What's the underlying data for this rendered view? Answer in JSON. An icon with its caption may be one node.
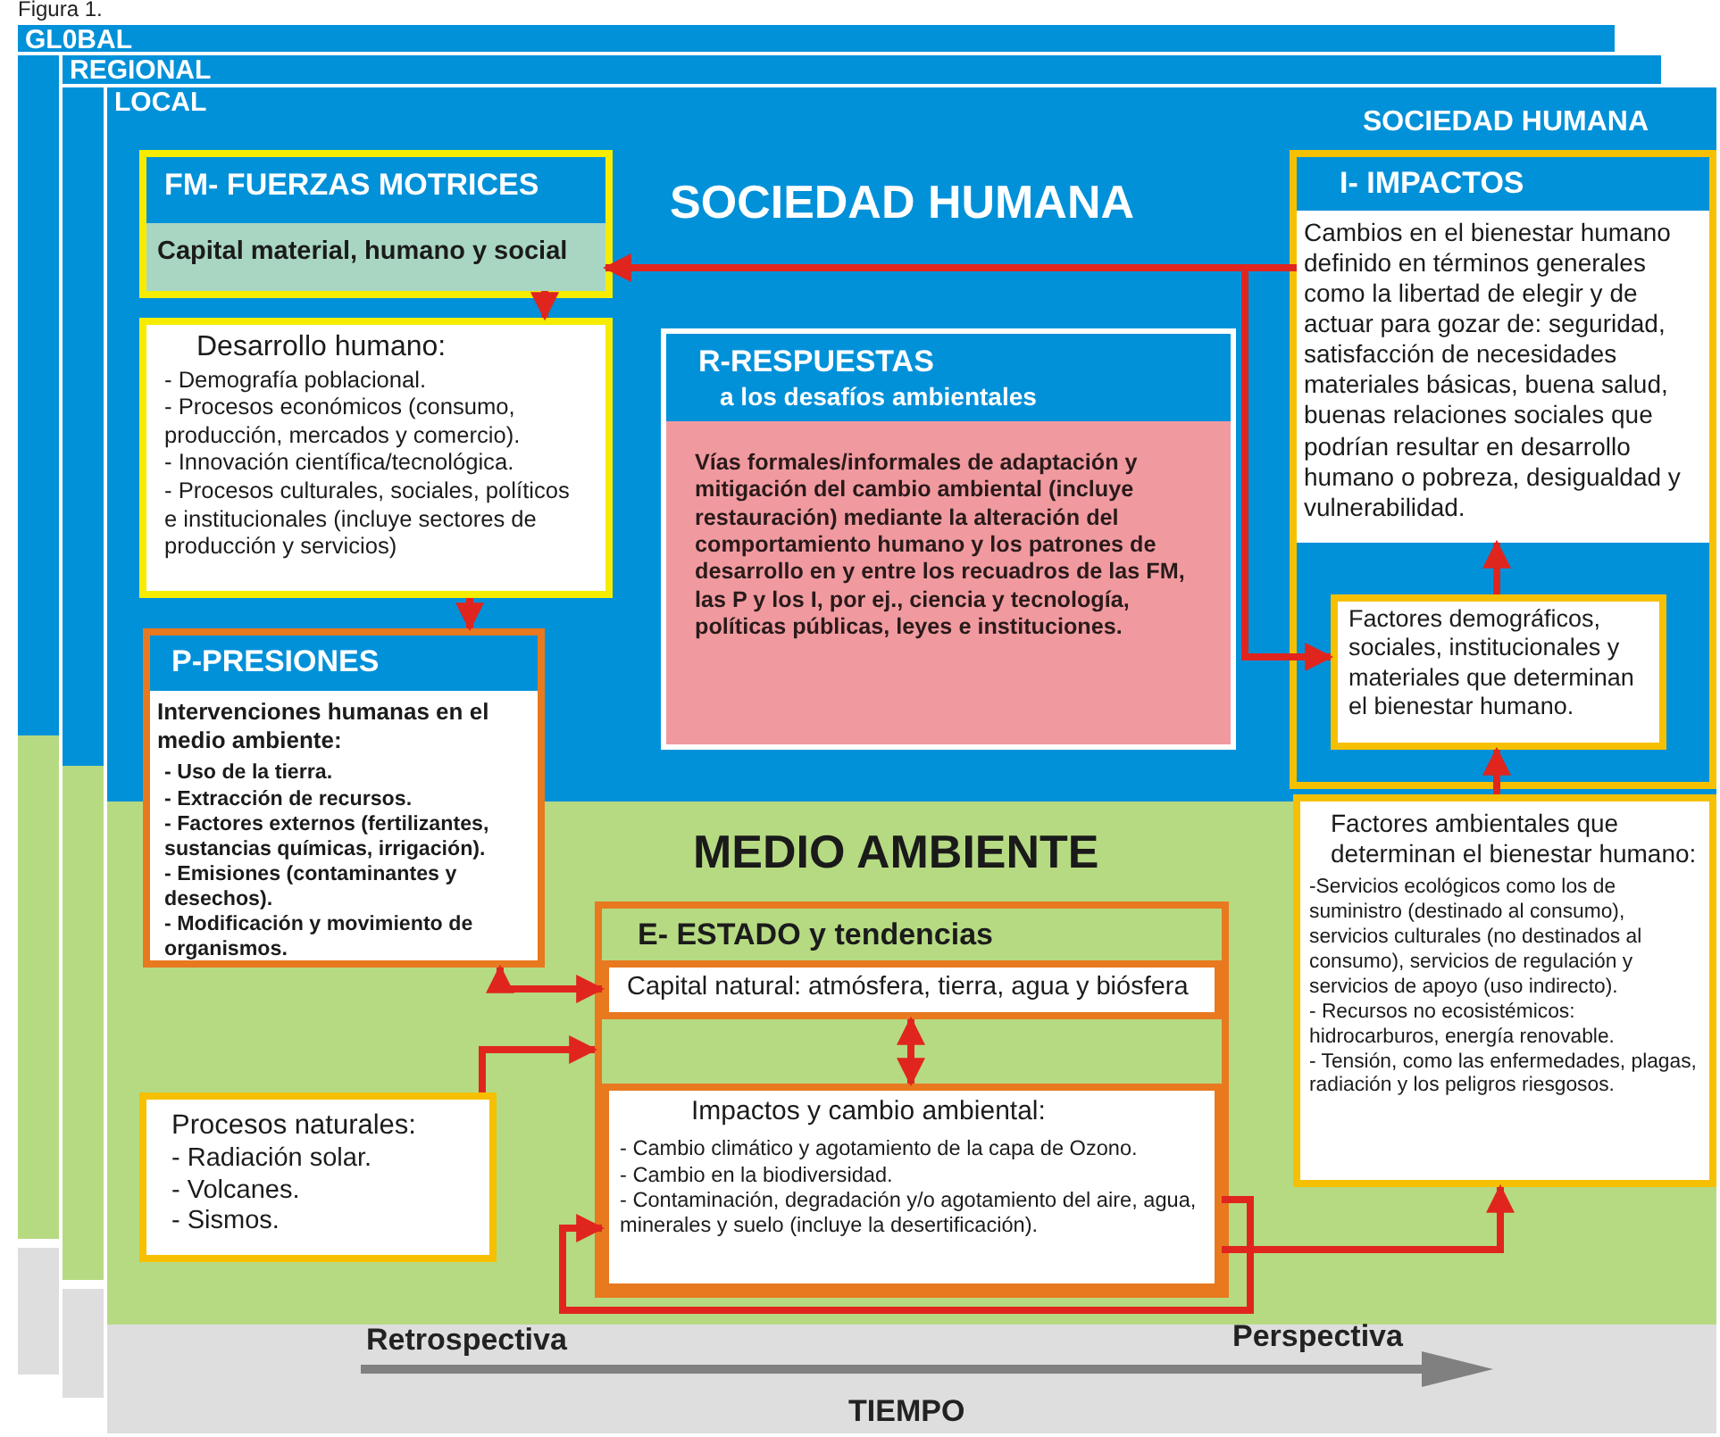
{
  "diagram": {
    "title": "Figura 1.",
    "nodes": [
      {
        "text": [
          "GL0BAL"
        ]
      },
      {
        "text": [
          "REGIONAL"
        ]
      },
      {
        "text": [
          "LOCAL"
        ]
      },
      {
        "text": [
          "FM- FUERZAS MOTRICES"
        ],
        "in": 2
      },
      {
        "text": [
          "Capital material, humano y social"
        ],
        "in": 3
      },
      {
        "text": [
          "Desarrollo humano:",
          "- Demografía poblacional.",
          "- Procesos económicos (consumo, producción, mercados y comercio).",
          "- Innovación científica/tecnológica.",
          "- Procesos culturales, sociales, políticos e institucionales (incluye sectores de producción y servicios)"
        ],
        "in": 2
      },
      {
        "text": [
          "P-PRESIONES",
          "Intervenciones humanas en el medio ambiente:",
          "- Uso de la tierra.",
          "- Extracción de recursos.",
          "- Factores externos (fertilizantes, sustancias químicas, irrigación).",
          "- Emisiones (contaminantes y desechos).",
          "- Modificación y movimiento de organismos."
        ],
        "in": 2
      },
      {
        "text": [
          "R-RESPUESTAS",
          "a los desafíos ambientales",
          "Vías formales/informales de adaptación y mitigación del cambio ambiental (incluye restauración) mediante la alteración del comportamiento humano y los patrones de desarrollo en y entre los recuadros de las FM, las P y los I, por ej., ciencia y tecnología, políticas públicas, leyes e instituciones."
        ],
        "in": 2
      },
      {
        "text": [
          "I- IMPACTOS"
        ],
        "in": 2
      },
      {
        "text": [
          "Cambios en el bienestar humano definido en términos generales como la libertad de elegir y de actuar para gozar de: seguridad, satisfacción de necesidades materiales básicas, buena salud, buenas relaciones sociales que podrían resultar en desarrollo humano o pobreza, desigualdad y vulnerabilidad."
        ],
        "in": 8
      },
      {
        "text": [
          "Factores demográficos, sociales, institucionales y materiales que determinan el bienestar humano."
        ],
        "in": 8
      },
      {
        "text": [
          "Factores ambientales que determinan el bienestar humano:",
          "-Servicios ecológicos como los de suministro (destinado al consumo), servicios culturales (no destinados al consumo), servicios de regulación y servicios de apoyo (uso indirecto).",
          "- Recursos no ecosistémicos: hidrocarburos, energía renovable.",
          "- Tensión, como las enfermedades, plagas, radiación y los peligros riesgosos."
        ],
        "in": 2
      },
      {
        "text": [
          "E- ESTADO  y tendencias"
        ],
        "in": 2
      },
      {
        "text": [
          "Capital natural: atmósfera, tierra, agua y biósfera"
        ],
        "in": 12
      },
      {
        "text": [
          "Impactos y cambio ambiental:",
          "- Cambio climático y agotamiento de la capa de Ozono.",
          "- Cambio en la biodiversidad.",
          "- Contaminación, degradación y/o agotamiento del aire, agua, minerales y suelo (incluye la desertificación)."
        ],
        "in": 12
      },
      {
        "text": [
          "Procesos naturales:",
          "- Radiación solar.",
          "- Volcanes.",
          "- Sismos."
        ],
        "in": 2
      }
    ],
    "edges": [
      {
        "from": 9,
        "to": 4,
        "arrow": "to"
      },
      {
        "from": 4,
        "to": 5,
        "arrow": "to"
      },
      {
        "from": 5,
        "to": 6,
        "arrow": "to"
      },
      {
        "from": 9,
        "to": 10,
        "arrow": "to"
      },
      {
        "from": 10,
        "to": 9,
        "arrow": "to"
      },
      {
        "from": 11,
        "to": 10,
        "arrow": "to"
      },
      {
        "from": 6,
        "to": 13,
        "arrow": "both"
      },
      {
        "from": 15,
        "to": 12,
        "arrow": "to"
      },
      {
        "from": 13,
        "to": 14,
        "arrow": "both"
      },
      {
        "from": 14,
        "to": 14,
        "arrow": "to"
      },
      {
        "from": 14,
        "to": 11,
        "arrow": "to"
      }
    ],
    "labels": [
      "SOCIEDAD HUMANA",
      "SOCIEDAD HUMANA",
      "MEDIO AMBIENTE",
      "Retrospectiva",
      "Perspectiva",
      "TIEMPO"
    ]
  }
}
